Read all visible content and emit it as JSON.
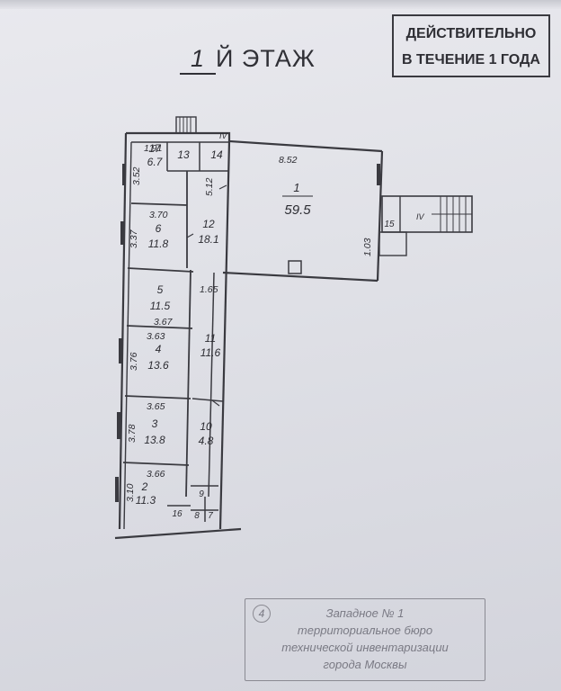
{
  "header": {
    "floor_number": "1",
    "floor_suffix": "Й ЭТАЖ",
    "validity_line1": "ДЕЙСТВИТЕЛЬНО",
    "validity_line2": "В ТЕЧЕНИЕ 1 ГОДА"
  },
  "rooms": {
    "r1": {
      "num": "1",
      "area": "59.5"
    },
    "r2": {
      "num": "2",
      "area": "11.3"
    },
    "r3": {
      "num": "3",
      "area": "13.8"
    },
    "r4": {
      "num": "4",
      "area": "13.6"
    },
    "r5": {
      "num": "5",
      "area": "11.5"
    },
    "r6": {
      "num": "6",
      "area": "11.8"
    },
    "r7": {
      "num": "7"
    },
    "r8": {
      "num": "8"
    },
    "r9": {
      "num": "9"
    },
    "r10": {
      "num": "10",
      "area": "4.8"
    },
    "r11": {
      "num": "11",
      "area": "11.6"
    },
    "r12": {
      "num": "12",
      "area": "18.1"
    },
    "r13": {
      "num": "13"
    },
    "r14": {
      "num": "14"
    },
    "r15": {
      "num": "15"
    },
    "r16": {
      "num": "16"
    }
  },
  "dimensions": {
    "d1": "1.91",
    "d2": "8.52",
    "d3": "3.52",
    "d4": "3.70",
    "d5": "3.37",
    "d6": "1.65",
    "d7": "3.67",
    "d8": "3.63",
    "d9": "3.76",
    "d10": "3.65",
    "d11": "3.78",
    "d12": "3.66",
    "d13": "3.10",
    "d14": "1.03",
    "d15": "5.12"
  },
  "stair_marks": {
    "top": "IV",
    "right": "IV"
  },
  "bureau_stamp": {
    "number": "4",
    "line1": "Западное № 1",
    "line2": "территориальное бюро",
    "line3": "технической инвентаризации",
    "line4": "города Москвы"
  }
}
